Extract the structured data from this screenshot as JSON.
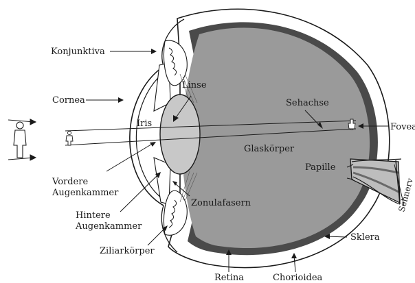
{
  "labels": {
    "konjunktiva": "Konjunktiva",
    "cornea": "Cornea",
    "iris": "Iris",
    "linse": "Linse",
    "sehachse": "Sehachse",
    "fovea": "Fovea",
    "glaskoerper": "Glaskörper",
    "papille": "Papille",
    "sehnerv": "Sehnerv",
    "vordere_1": "Vordere",
    "vordere_2": "Augenkammer",
    "hintere_1": "Hintere",
    "hintere_2": "Augenkammer",
    "zonulafasern": "Zonulafasern",
    "ziliarkoerper": "Ziliarkörper",
    "sklera": "Sklera",
    "retina": "Retina",
    "chorioidea": "Chorioidea"
  },
  "colors": {
    "vitreous": "#9a9a9a",
    "lens": "#c8c8c8",
    "choroid": "#4a4a4a",
    "sclera": "#ffffff",
    "ink": "#1a1a1a"
  }
}
